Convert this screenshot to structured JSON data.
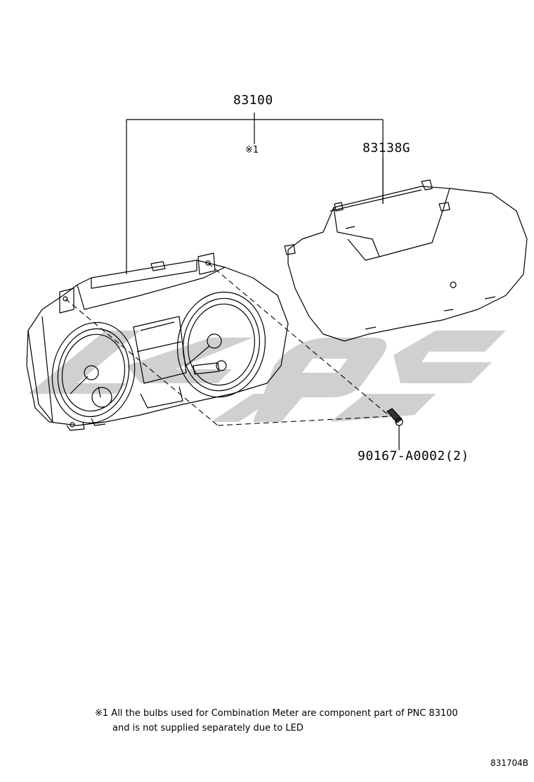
{
  "labels": {
    "assembly": "83100",
    "assembly_mark": "※1",
    "glass": "83138G",
    "screw": "90167-A0002(2)"
  },
  "note": {
    "line1": "※1 All the bulbs used for Combination Meter are component part of PNC 83100",
    "line2": "and is not supplied separately due to LED"
  },
  "drawing_code": "831704B",
  "colors": {
    "line": "#000000",
    "watermark": "#c8c8c8"
  }
}
